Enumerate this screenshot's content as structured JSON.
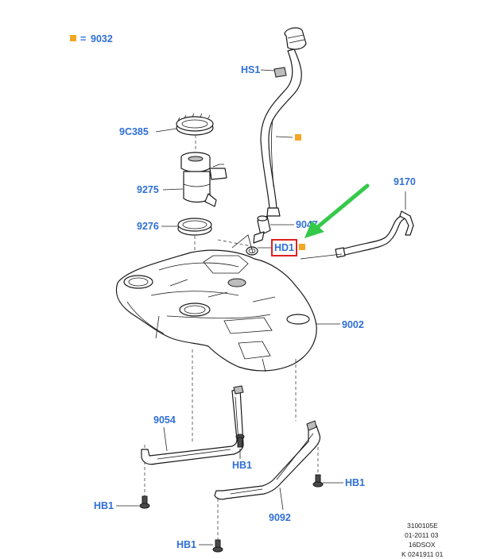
{
  "legend": {
    "equals": "=",
    "code": "9032"
  },
  "labels": {
    "hs1": "HS1",
    "c9c385": "9C385",
    "c9275": "9275",
    "c9276": "9276",
    "c9047": "9047",
    "hd1": "HD1",
    "c9170": "9170",
    "c9002": "9002",
    "c9054": "9054",
    "c9092": "9092",
    "hb1_a": "HB1",
    "hb1_b": "HB1",
    "hb1_c": "HB1",
    "hb1_d": "HB1"
  },
  "reference": {
    "line1": "3100105E",
    "line2": "01-2011 03",
    "line3": "16DSOX",
    "line4": "K 0241911 01"
  },
  "colors": {
    "label_blue": "#2f6fd6",
    "marker_orange": "#f5a623",
    "arrow_green": "#35c94a",
    "highlight_red": "#e02020"
  }
}
